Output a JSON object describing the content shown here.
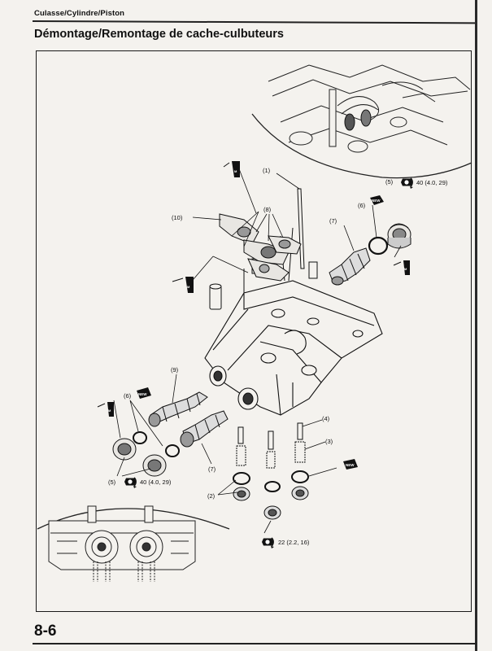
{
  "header": {
    "section": "Culasse/Cylindre/Piston",
    "title": "Démontage/Remontage de cache-culbuteurs"
  },
  "page_number": "8-6",
  "callouts": {
    "c1": "(1)",
    "c2": "(2)",
    "c3": "(3)",
    "c4": "(4)",
    "c5_top": "(5)",
    "c5_bottom": "(5)",
    "c6_top": "(6)",
    "c6_left": "(6)",
    "c7_top": "(7)",
    "c7_bottom": "(7)",
    "c8": "(8)",
    "c9": "(9)",
    "c10": "(10)"
  },
  "torque": {
    "top": "40 (4.0, 29)",
    "bottom": "40 (4.0, 29)",
    "drain": "22 (2.2, 16)"
  },
  "badges": {
    "new": "NEW",
    "lube": "M"
  },
  "icons": [
    "torque-wrench-icon",
    "new-part-icon",
    "molybdenum-oil-icon"
  ]
}
